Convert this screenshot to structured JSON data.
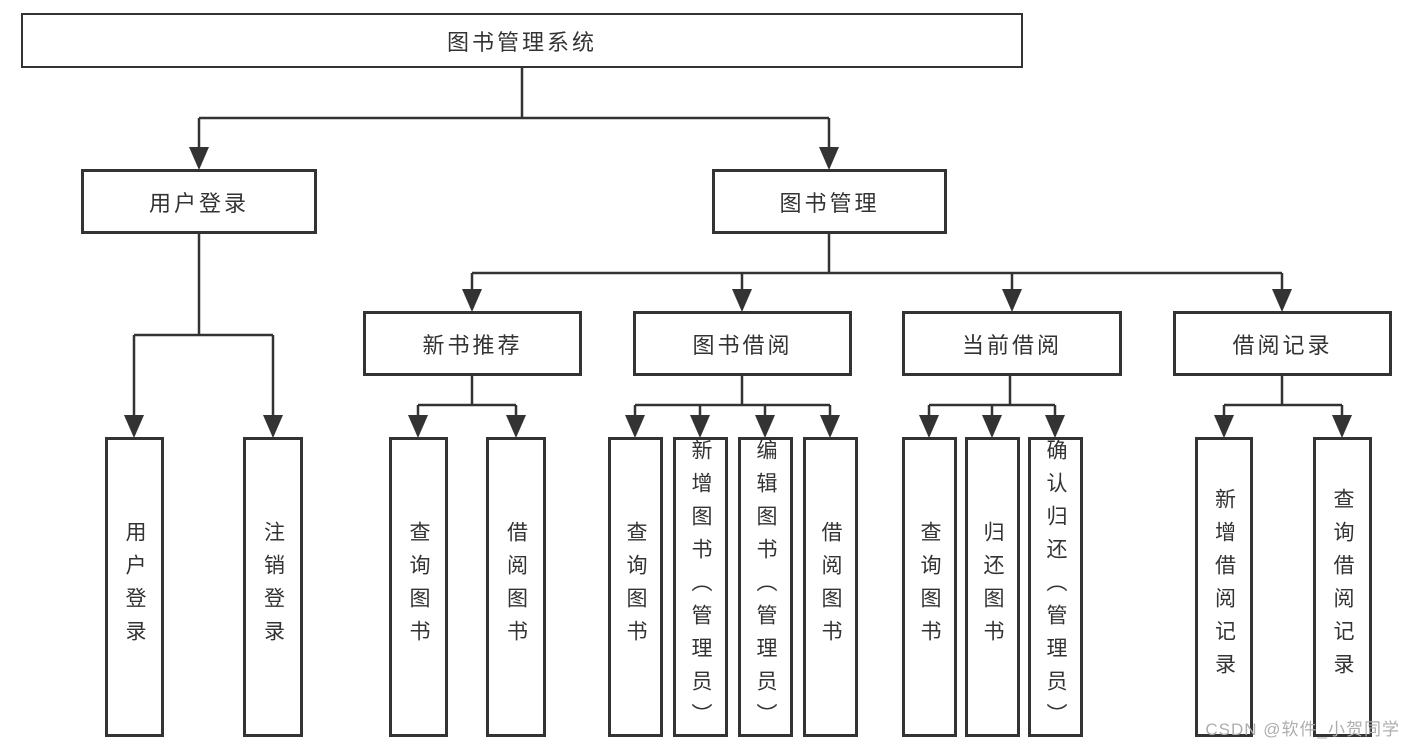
{
  "diagram": {
    "root": {
      "label": "图书管理系统"
    },
    "login_branch": {
      "label": "用户登录",
      "children": [
        {
          "label": "用户登录"
        },
        {
          "label": "注销登录"
        }
      ]
    },
    "mgmt_branch": {
      "label": "图书管理",
      "sections": [
        {
          "label": "新书推荐",
          "children": [
            {
              "label": "查询图书"
            },
            {
              "label": "借阅图书"
            }
          ]
        },
        {
          "label": "图书借阅",
          "children": [
            {
              "label": "查询图书"
            },
            {
              "label": "新增图书（管理员）"
            },
            {
              "label": "编辑图书（管理员）"
            },
            {
              "label": "借阅图书"
            }
          ]
        },
        {
          "label": "当前借阅",
          "children": [
            {
              "label": "查询图书"
            },
            {
              "label": "归还图书"
            },
            {
              "label": "确认归还（管理员）"
            }
          ]
        },
        {
          "label": "借阅记录",
          "children": [
            {
              "label": "新增借阅记录"
            },
            {
              "label": "查询借阅记录"
            }
          ]
        }
      ]
    },
    "watermark": "CSDN @软件_小贺同学",
    "colors": {
      "line": "#333333",
      "text": "#333333",
      "watermark": "#aeaeae",
      "background": "#ffffff"
    }
  }
}
